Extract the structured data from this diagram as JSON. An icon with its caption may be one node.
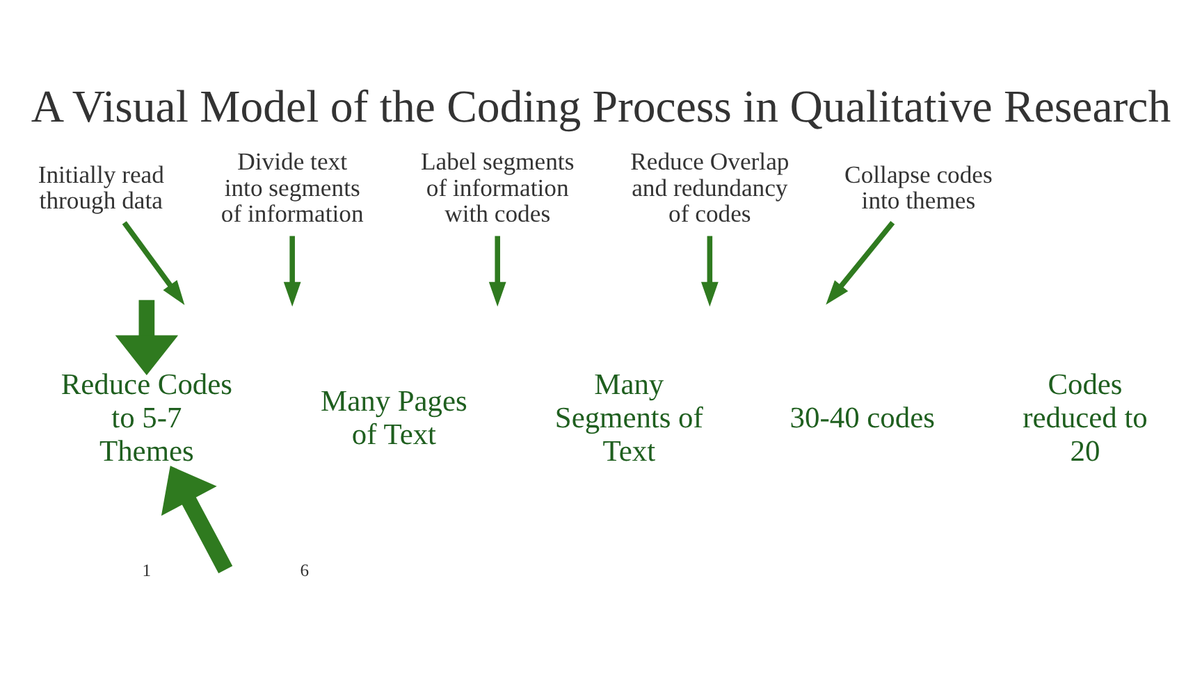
{
  "diagram": {
    "title": "A Visual Model of the Coding Process in Qualitative Research",
    "nodes": [
      {
        "text": [
          "Initially read through data"
        ]
      },
      {
        "text": [
          "Divide text into segments of information"
        ]
      },
      {
        "text": [
          "Label segments of information with codes"
        ]
      },
      {
        "text": [
          "Reduce Overlap and redundancy of codes"
        ]
      },
      {
        "text": [
          "Collapse codes into themes"
        ]
      },
      {
        "text": [
          "Many Pages of Text"
        ]
      },
      {
        "text": [
          "Many Segments of Text"
        ]
      },
      {
        "text": [
          "30-40 codes"
        ]
      },
      {
        "text": [
          "Codes reduced to 20"
        ]
      },
      {
        "text": [
          "Reduce Codes to 5-7 Themes"
        ]
      }
    ],
    "edges": [
      {
        "from": 0,
        "to": null,
        "arrow": "to"
      },
      {
        "from": 1,
        "to": null,
        "arrow": "to"
      },
      {
        "from": 2,
        "to": null,
        "arrow": "to"
      },
      {
        "from": 3,
        "to": null,
        "arrow": "to"
      },
      {
        "from": 4,
        "to": null,
        "arrow": "to"
      },
      {
        "from": null,
        "to": 9,
        "arrow": "to",
        "style": "thick"
      },
      {
        "from": null,
        "to": 9,
        "arrow": "to",
        "style": "thick"
      }
    ],
    "labels": [
      "1",
      "6"
    ]
  }
}
